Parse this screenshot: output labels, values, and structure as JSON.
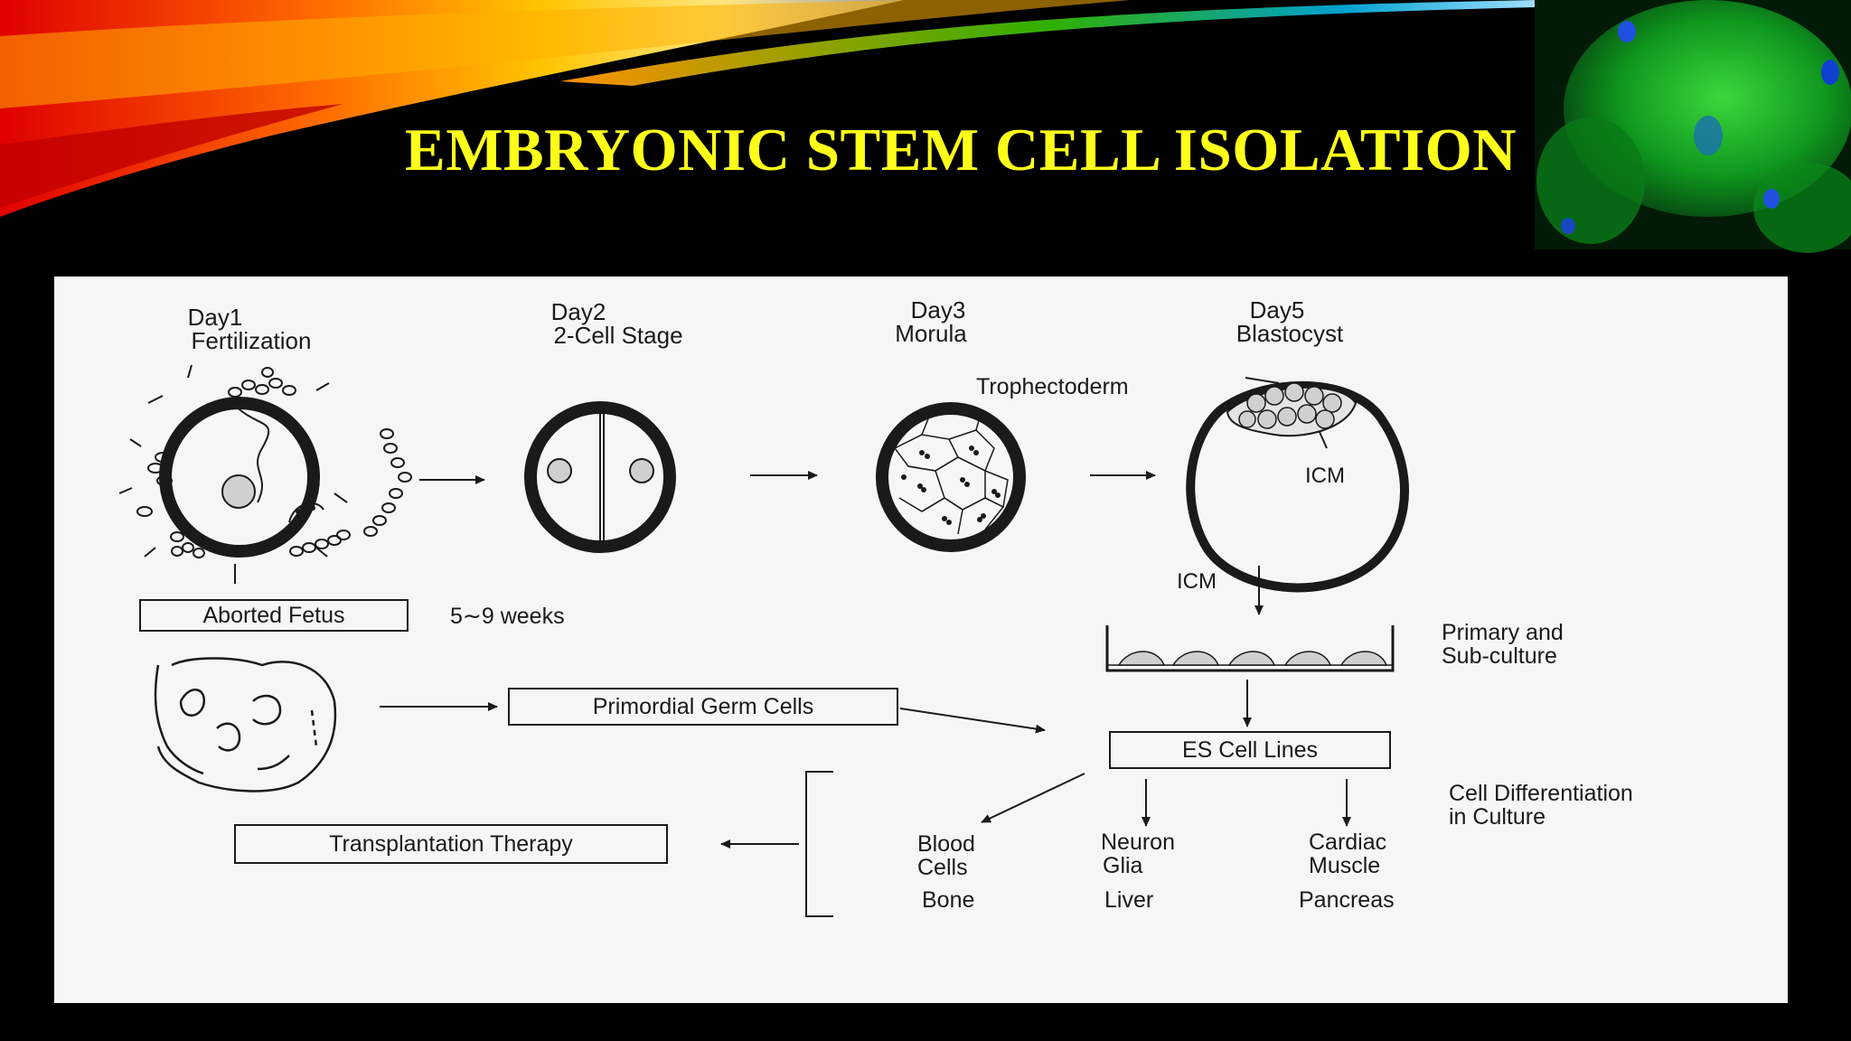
{
  "slide": {
    "title": "EMBRYONIC STEM CELL ISOLATION"
  },
  "diagram": {
    "stages": [
      {
        "day": "Day1",
        "name": "Fertilization"
      },
      {
        "day": "Day2",
        "name": "2-Cell Stage"
      },
      {
        "day": "Day3",
        "name": "Morula"
      },
      {
        "day": "Day5",
        "name": "Blastocyst"
      }
    ],
    "trophectoderm": "Trophectoderm",
    "icm_inner": "ICM",
    "icm_arrow": "ICM",
    "aborted_fetus": "Aborted Fetus",
    "weeks": "5∼9 weeks",
    "primordial": "Primordial Germ Cells",
    "primary_culture": [
      "Primary and",
      "Sub-culture"
    ],
    "es_lines": "ES Cell Lines",
    "differentiation": [
      "Cell Differentiation",
      "in Culture"
    ],
    "transplantation": "Transplantation Therapy",
    "outcomes": {
      "blood": [
        "Blood",
        "Cells"
      ],
      "bone": "Bone",
      "neuron": [
        "Neuron",
        "Glia"
      ],
      "liver": "Liver",
      "cardiac": [
        "Cardiac",
        "Muscle"
      ],
      "pancreas": "Pancreas"
    }
  },
  "colors": {
    "title": "#ffff1a",
    "background": "#000000",
    "panel": "#f6f6f6",
    "ink": "#1a1a1a",
    "cell_fill": "#d0d0d0"
  }
}
